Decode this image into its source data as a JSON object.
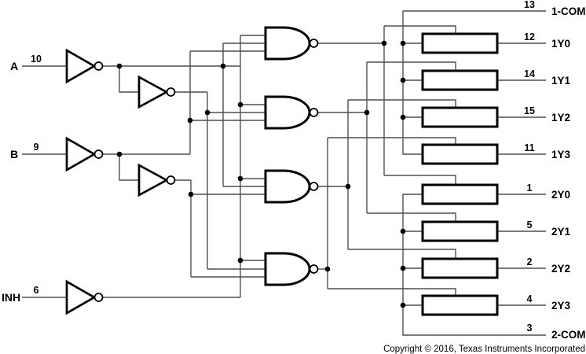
{
  "diagram": {
    "inputs": [
      {
        "label": "A",
        "pin": "10"
      },
      {
        "label": "B",
        "pin": "9"
      },
      {
        "label": "INH",
        "pin": "6"
      }
    ],
    "outputs": [
      {
        "pin": "13",
        "label": "1-COM"
      },
      {
        "pin": "12",
        "label": "1Y0"
      },
      {
        "pin": "14",
        "label": "1Y1"
      },
      {
        "pin": "15",
        "label": "1Y2"
      },
      {
        "pin": "11",
        "label": "1Y3"
      },
      {
        "pin": "1",
        "label": "2Y0"
      },
      {
        "pin": "5",
        "label": "2Y1"
      },
      {
        "pin": "2",
        "label": "2Y2"
      },
      {
        "pin": "4",
        "label": "2Y3"
      },
      {
        "pin": "3",
        "label": "2-COM"
      }
    ],
    "components": {
      "inverters": "5",
      "nand_gates": "4",
      "analog_switches": "8"
    },
    "footer": {
      "copyright": "Copyright © 2016, Texas Instruments Incorporated"
    },
    "colors": {
      "wire": "#4f4f4f",
      "outline": "#000000",
      "background": "#ffffff"
    }
  }
}
